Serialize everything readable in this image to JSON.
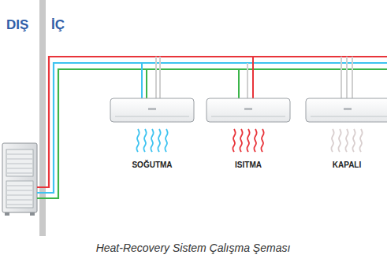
{
  "diagram": {
    "caption": "Heat-Recovery Sistem Çalışma Şeması",
    "labels": [
      "DIŞ",
      "İÇ",
      "SOĞUTMA",
      "ISITMA",
      "KAPALI"
    ]
  }
}
